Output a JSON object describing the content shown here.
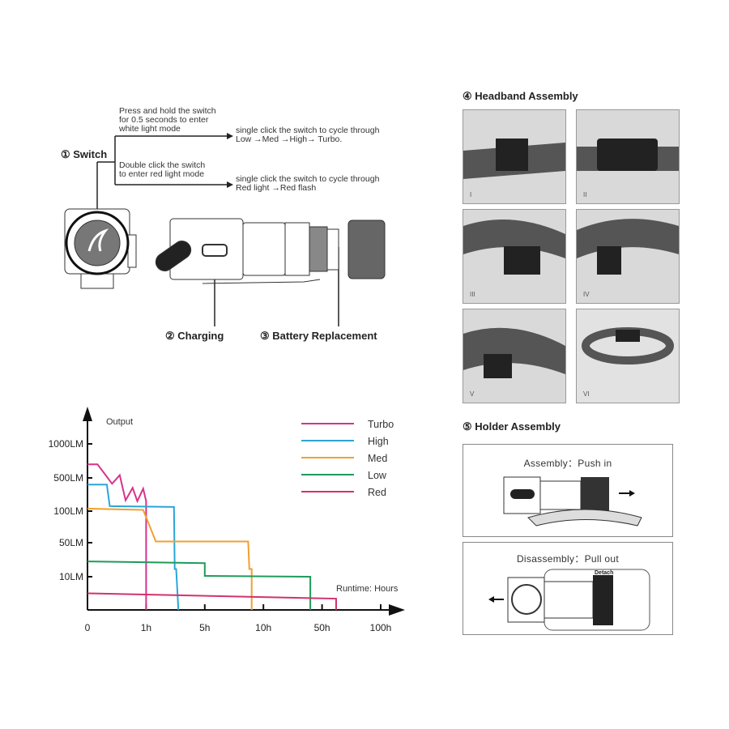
{
  "switch_section": {
    "title": "① Switch",
    "branch1_note": [
      "Press and hold the switch",
      "for 0.5 seconds to enter",
      "white light mode"
    ],
    "branch1_result": [
      "single click the switch to cycle through",
      "Low →Med →High→ Turbo."
    ],
    "branch2_note": [
      "Double click the switch",
      "to enter red light mode"
    ],
    "branch2_result": [
      "single click the switch to cycle through",
      "Red light →Red flash"
    ]
  },
  "charging_label": "② Charging",
  "battery_label": "③ Battery Replacement",
  "headband": {
    "title": "④ Headband Assembly",
    "steps": [
      "I",
      "II",
      "III",
      "IV",
      "V",
      "VI"
    ]
  },
  "holder": {
    "title": "⑤ Holder Assembly",
    "assembly": "Assembly：Push in",
    "disassembly": "Disassembly：Pull out",
    "detach": "Detach"
  },
  "chart_data": {
    "type": "line",
    "ylabel": "Output",
    "xlabel": "Runtime: Hours",
    "x_ticks": [
      {
        "v": 0,
        "label": "0"
      },
      {
        "v": 1,
        "label": "1h"
      },
      {
        "v": 5,
        "label": "5h"
      },
      {
        "v": 10,
        "label": "10h"
      },
      {
        "v": 50,
        "label": "50h"
      },
      {
        "v": 100,
        "label": "100h"
      }
    ],
    "y_ticks": [
      {
        "v": 10,
        "label": "10LM"
      },
      {
        "v": 50,
        "label": "50LM"
      },
      {
        "v": 100,
        "label": "100LM"
      },
      {
        "v": 500,
        "label": "500LM"
      },
      {
        "v": 1000,
        "label": "1000LM"
      }
    ],
    "legend_position": "top-right",
    "series": [
      {
        "name": "Turbo",
        "color": "#d6338a",
        "points": [
          [
            0,
            700
          ],
          [
            0.17,
            700
          ],
          [
            0.42,
            430
          ],
          [
            0.55,
            540
          ],
          [
            0.65,
            230
          ],
          [
            0.77,
            380
          ],
          [
            0.85,
            220
          ],
          [
            0.95,
            370
          ],
          [
            1.0,
            220
          ],
          [
            1.0,
            0
          ]
        ]
      },
      {
        "name": "High",
        "color": "#2aa6d8",
        "points": [
          [
            0,
            420
          ],
          [
            0.33,
            420
          ],
          [
            0.38,
            160
          ],
          [
            2.9,
            150
          ],
          [
            2.95,
            19
          ],
          [
            3.05,
            19
          ],
          [
            3.2,
            0
          ]
        ]
      },
      {
        "name": "Med",
        "color": "#f0a030",
        "points": [
          [
            0,
            130
          ],
          [
            0.95,
            115
          ],
          [
            1.66,
            52
          ],
          [
            8.7,
            52
          ],
          [
            8.8,
            19
          ],
          [
            9.0,
            19
          ],
          [
            9.0,
            0
          ]
        ]
      },
      {
        "name": "Low",
        "color": "#1f9b5a",
        "points": [
          [
            0,
            28
          ],
          [
            5,
            26
          ],
          [
            5,
            11
          ],
          [
            42,
            10
          ],
          [
            42,
            0
          ]
        ]
      },
      {
        "name": "Red",
        "color": "#d2326e",
        "points": [
          [
            0,
            5
          ],
          [
            62,
            3.4
          ],
          [
            62,
            0
          ]
        ]
      }
    ]
  }
}
